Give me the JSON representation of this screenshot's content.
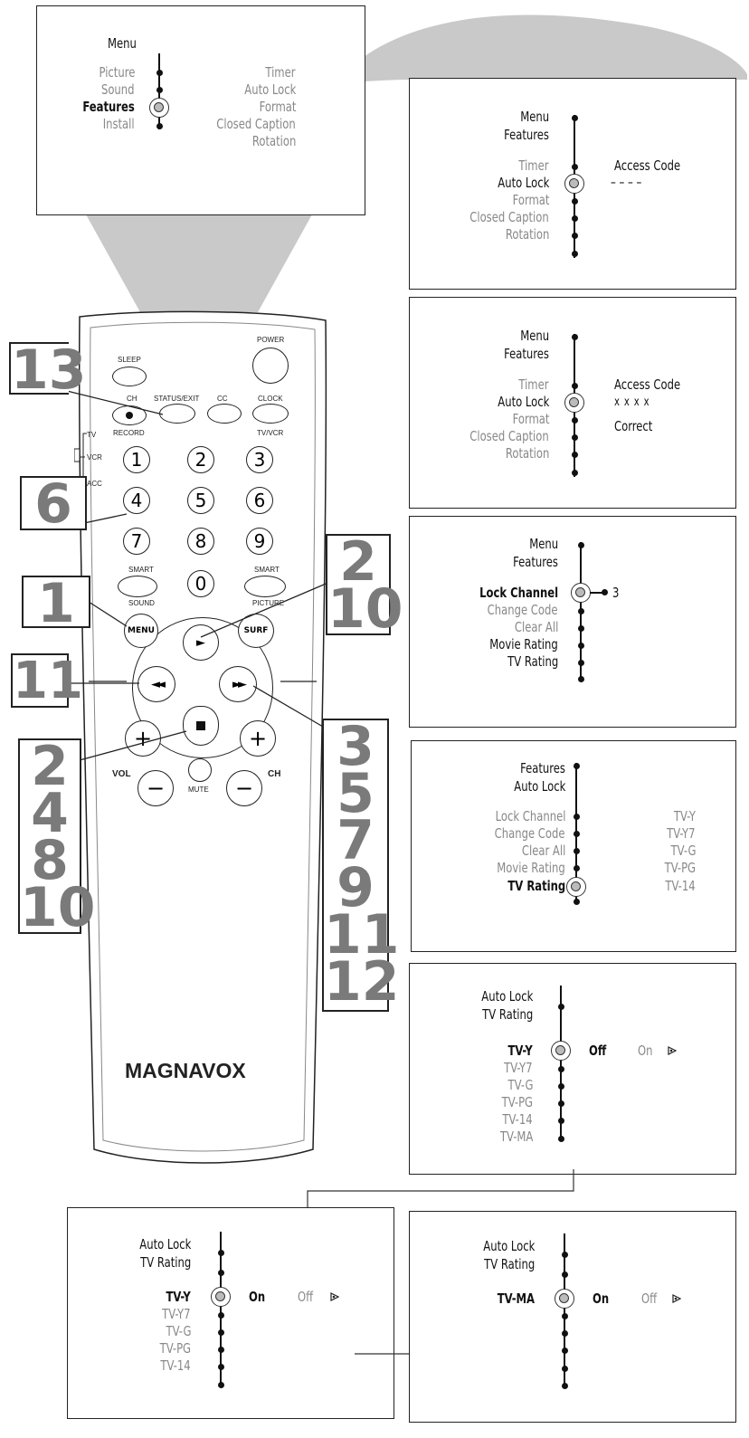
{
  "screen1": {
    "menu": "Menu",
    "left_items": [
      "Picture",
      "Sound",
      "Features",
      "Install"
    ],
    "right_items": [
      "Timer",
      "Auto Lock",
      "Format",
      "Closed Caption",
      "Rotation"
    ]
  },
  "screen2": {
    "header": [
      "Menu",
      "Features"
    ],
    "items": [
      "Timer",
      "Auto Lock",
      "Format",
      "Closed Caption",
      "Rotation"
    ],
    "label": "Access Code",
    "value": "– – – –"
  },
  "screen3": {
    "header": [
      "Menu",
      "Features"
    ],
    "items": [
      "Timer",
      "Auto Lock",
      "Format",
      "Closed Caption",
      "Rotation"
    ],
    "label": "Access Code",
    "value": "x x x x",
    "status": "Correct"
  },
  "screen4": {
    "header": [
      "Menu",
      "Features"
    ],
    "items": [
      "Lock Channel",
      "Change Code",
      "Clear All",
      "Movie Rating",
      "TV Rating"
    ],
    "value": "3"
  },
  "screen5": {
    "header": [
      "Features",
      "Auto Lock"
    ],
    "items": [
      "Lock Channel",
      "Change Code",
      "Clear All",
      "Movie Rating",
      "TV Rating"
    ],
    "right_items": [
      "TV-Y",
      "TV-Y7",
      "TV-G",
      "TV-PG",
      "TV-14"
    ]
  },
  "screen6": {
    "header": [
      "Auto Lock",
      "TV Rating"
    ],
    "items": [
      "TV-Y",
      "TV-Y7",
      "TV-G",
      "TV-PG",
      "TV-14",
      "TV-MA"
    ],
    "opt_selected": "Off",
    "opt_other": "On"
  },
  "screen7": {
    "header": [
      "Auto Lock",
      "TV Rating"
    ],
    "items": [
      "TV-Y",
      "TV-Y7",
      "TV-G",
      "TV-PG",
      "TV-14"
    ],
    "opt_selected": "On",
    "opt_other": "Off"
  },
  "screen8": {
    "header": [
      "Auto Lock",
      "TV Rating"
    ],
    "item": "TV-MA",
    "opt_selected": "On",
    "opt_other": "Off"
  },
  "remote": {
    "brand": "MAGNAVOX",
    "labels": {
      "power": "POWER",
      "sleep": "SLEEP",
      "ch": "CH",
      "status": "STATUS/EXIT",
      "cc": "CC",
      "clock": "CLOCK",
      "record": "RECORD",
      "tvvcr": "TV/VCR",
      "tv": "TV",
      "vcr": "VCR",
      "acc": "ACC",
      "smart1": "SMART",
      "smart2": "SMART",
      "sound": "SOUND",
      "picture": "PICTURE",
      "menu": "MENU",
      "surf": "SURF",
      "vol": "VOL",
      "mute": "MUTE",
      "ch2": "CH",
      "plus": "+",
      "minus": "−"
    },
    "digits": [
      "1",
      "2",
      "3",
      "4",
      "5",
      "6",
      "7",
      "8",
      "9",
      "0"
    ]
  },
  "step_numbers": {
    "s13": "13",
    "s6": "6",
    "s1": "1",
    "s2_10": [
      "2",
      "10"
    ],
    "s11": "11",
    "s2_4_8_10": [
      "2",
      "4",
      "8",
      "10"
    ],
    "s3_12": [
      "3",
      "5",
      "7",
      "9",
      "11",
      "12"
    ]
  }
}
